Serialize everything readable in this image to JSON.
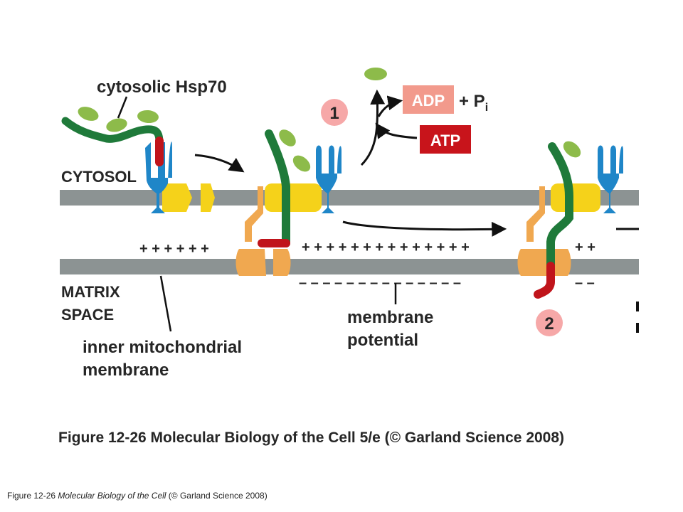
{
  "labels": {
    "hsp70": "cytosolic Hsp70",
    "cytosol": "CYTOSOL",
    "matrix_line1": "MATRIX",
    "matrix_line2": "SPACE",
    "inner_line1": "inner mitochondrial",
    "inner_line2": "membrane",
    "potential_line1": "membrane",
    "potential_line2": "potential",
    "adp": "ADP",
    "pi_prefix": "+ P",
    "pi_sub": "i",
    "atp": "ATP",
    "step1": "1",
    "step2": "2",
    "plus_row1": "+ + + + + +",
    "plus_row2": "+ + + + + + + + + + + + + +",
    "plus_row3": "+ +",
    "minus_row1": "– – – – – – – – – – – – – –",
    "minus_row2": "– –"
  },
  "figure_title": "Figure 12-26  Molecular Biology of the Cell 5/e (© Garland Science 2008)",
  "caption": {
    "prefix": "Figure 12-26 ",
    "book": "Molecular Biology of the Cell",
    "suffix": " (© Garland Science 2008)"
  },
  "colors": {
    "membrane": "#8c9393",
    "hsp70": "#8dbb4a",
    "chain": "#1f7a3a",
    "signal": "#c0141b",
    "tim44": "#1f86c8",
    "channel": "#f5d21a",
    "tim23": "#f0a850",
    "adp_box": "#f29a8c",
    "adp_text": "#ffffff",
    "atp_box": "#c8141b",
    "step_circle": "#f6a8a8"
  }
}
